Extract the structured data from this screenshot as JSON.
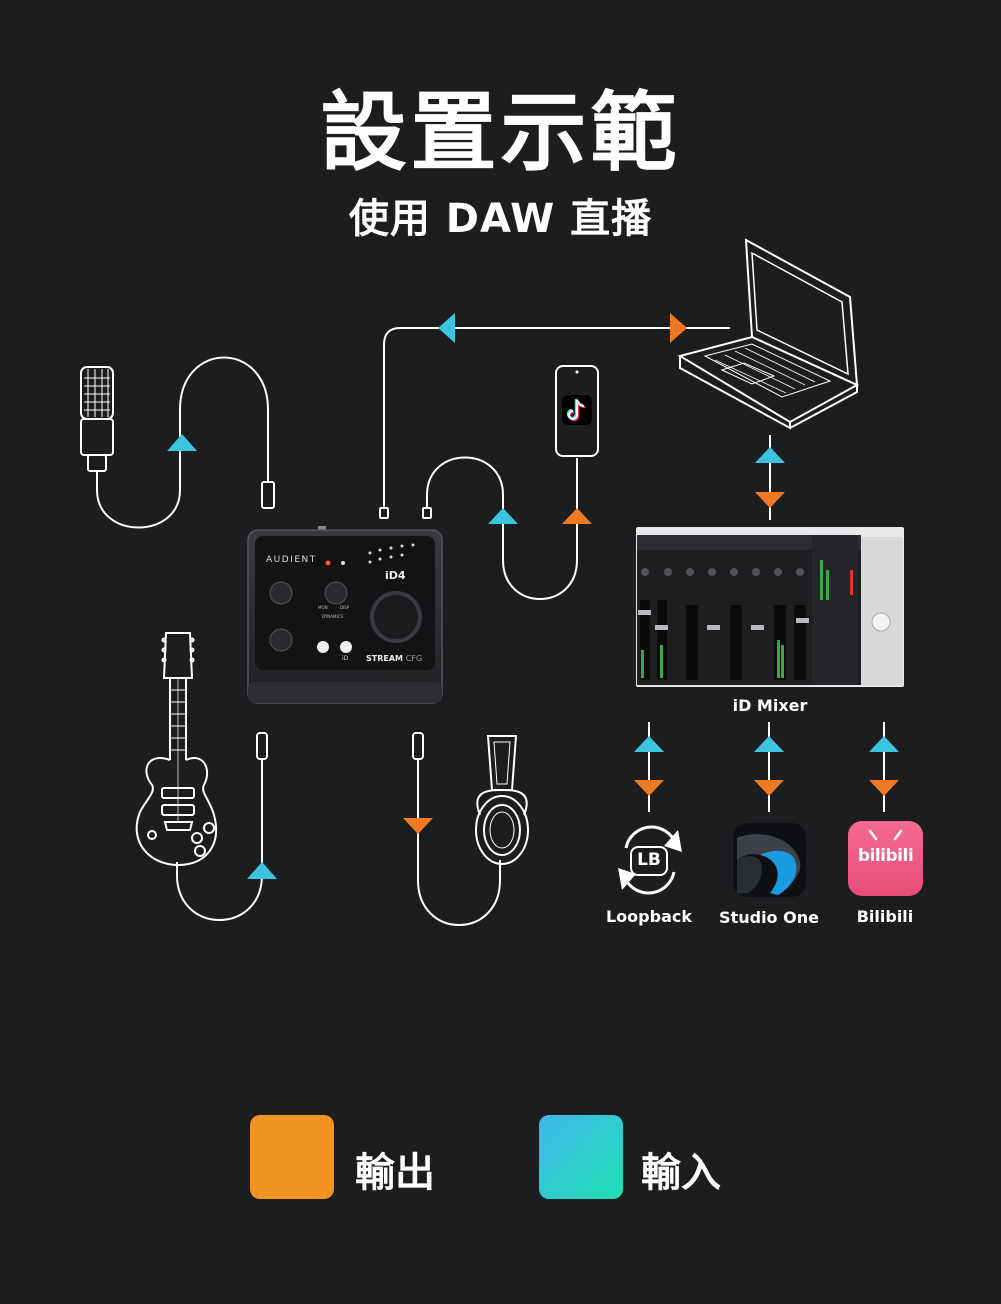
{
  "title": "設置示範",
  "subtitle": "使用 DAW 直播",
  "interface": {
    "brand": "AUDIENT",
    "model": "iD4",
    "knob_label_1": "MON",
    "knob_label_2": "DISP",
    "dynamics": "DYNAMICS",
    "stream": "STREAM",
    "stream_suffix": "CFG",
    "button_label": "iD"
  },
  "mixer_label": "iD Mixer",
  "apps": [
    {
      "name": "Loopback",
      "icon": "loopback-icon",
      "badge": "LB"
    },
    {
      "name": "Studio One",
      "icon": "studio-one-icon"
    },
    {
      "name": "Bilibili",
      "icon": "bilibili-icon",
      "badge": "bilibili"
    }
  ],
  "legend": {
    "output": {
      "label": "輸出",
      "color": "#f29322"
    },
    "input": {
      "label": "輸入",
      "color": "#2fd2c4"
    }
  },
  "colors": {
    "output_arrow": "#f07a22",
    "input_arrow": "#3cc3e0",
    "background": "#1c1d1f",
    "cable": "#ffffff"
  }
}
